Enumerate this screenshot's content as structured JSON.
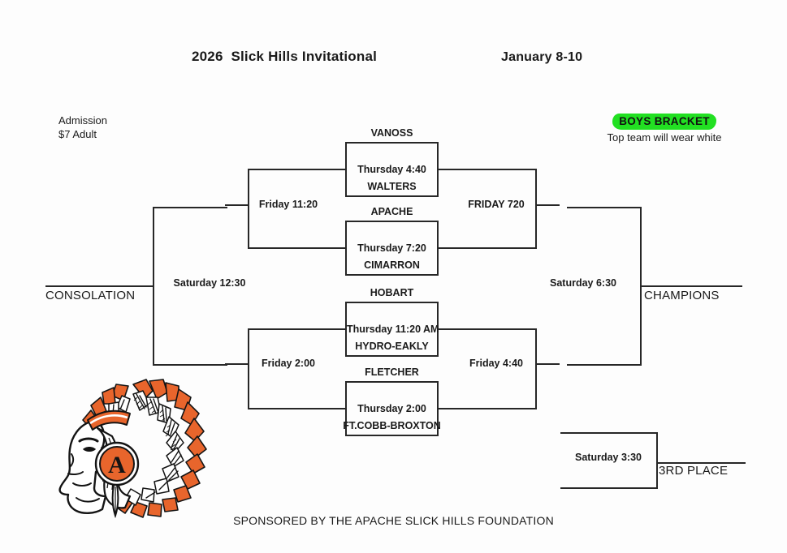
{
  "header": {
    "title": "2026  Slick Hills Invitational",
    "dates": "January 8-10"
  },
  "admission": {
    "line1": "Admission",
    "line2": "$7 Adult"
  },
  "bracket_tag": {
    "label": "BOYS BRACKET",
    "note": "Top team will wear white",
    "highlight_color": "#22e022"
  },
  "first_round": [
    {
      "top_team": "VANOSS",
      "bottom_team": "WALTERS",
      "time": "Thursday 4:40"
    },
    {
      "top_team": "APACHE",
      "bottom_team": "CIMARRON",
      "time": "Thursday 7:20"
    },
    {
      "top_team": "HOBART",
      "bottom_team": "HYDRO-EAKLY",
      "time": "Thursday 11:20 AM"
    },
    {
      "top_team": "FLETCHER",
      "bottom_team": "FT.COBB-BROXTON",
      "time": "Thursday 2:00"
    }
  ],
  "semifinals": {
    "upper_right": "FRIDAY 720",
    "lower_right": "Friday 4:40"
  },
  "consolation_round": {
    "upper_left": "Friday 11:20",
    "lower_left": "Friday 2:00"
  },
  "finals": {
    "consolation_time": "Saturday 12:30",
    "consolation_label": "CONSOLATION",
    "championship_time": "Saturday 6:30",
    "championship_label": "CHAMPIONS"
  },
  "third_place": {
    "time": "Saturday 3:30",
    "label": "3RD PLACE"
  },
  "footer": {
    "sponsor": "SPONSORED BY THE APACHE SLICK HILLS FOUNDATION"
  },
  "logo": {
    "name": "apache-mascot-logo",
    "letter": "A",
    "feather_color": "#e8652c",
    "line_color": "#141414"
  }
}
